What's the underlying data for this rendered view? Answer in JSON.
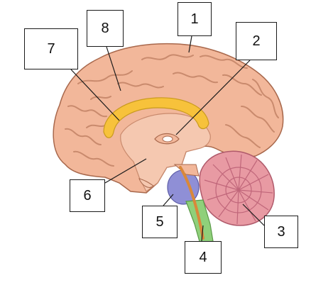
{
  "labels": {
    "one": "1",
    "two": "2",
    "three": "3",
    "four": "4",
    "five": "5",
    "six": "6",
    "seven": "7",
    "eight": "8"
  },
  "colors": {
    "cerebrum": "#f2b79a",
    "cerebrum_dark": "#c98a6d",
    "cerebrum_outline": "#a8684c",
    "corpus_callosum": "#f7c23b",
    "cerebellum": "#e89aa3",
    "cerebellum_lines": "#c0667a",
    "pons": "#8f8fd6",
    "medulla": "#8fd07a",
    "spinal_tract": "#d9883a",
    "caption": "#7a7a7a"
  }
}
